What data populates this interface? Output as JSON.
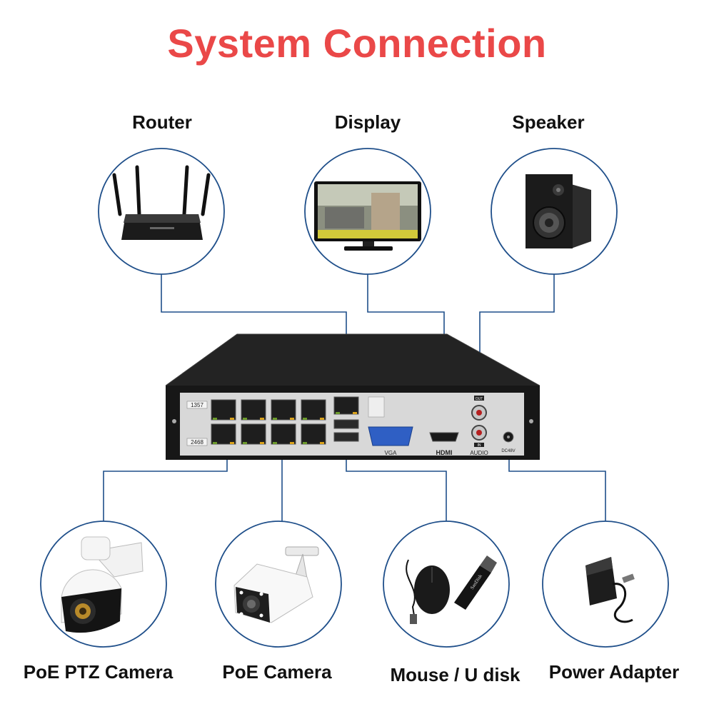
{
  "title": "System Connection",
  "devices": {
    "router": "Router",
    "display": "Display",
    "speaker": "Speaker",
    "ptz_camera": "PoE PTZ Camera",
    "poe_camera": "PoE Camera",
    "mouse_udisk": "Mouse / U disk",
    "power_adapter": "Power Adapter"
  },
  "nvr_labels": {
    "ports_top": "1357",
    "ports_bottom": "2468",
    "vga": "VGA",
    "hdmi": "HDMI",
    "audio": "AUDIO",
    "audio_out": "OUT",
    "audio_in": "IN",
    "dc": "DC48V"
  },
  "colors": {
    "title": "#ea4848",
    "circle_border": "#1f4f8a",
    "connector": "#1f4f8a",
    "nvr_body": "#1a1a1a",
    "nvr_panel": "#dcdcdc"
  }
}
